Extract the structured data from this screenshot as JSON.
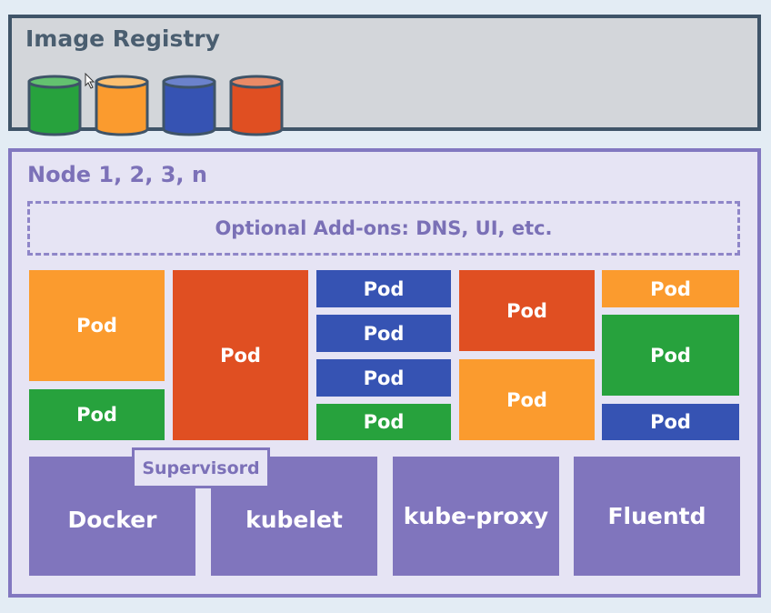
{
  "registry": {
    "title": "Image Registry",
    "cylinders": [
      {
        "icon": "green-cylinder-icon",
        "color": "#27a23d"
      },
      {
        "icon": "orange-cylinder-icon",
        "color": "#fb9b2e"
      },
      {
        "icon": "blue-cylinder-icon",
        "color": "#3653b3"
      },
      {
        "icon": "red-cylinder-icon",
        "color": "#e04f22"
      }
    ]
  },
  "node": {
    "title": "Node 1, 2, 3, n",
    "addons": "Optional Add-ons: DNS, UI, etc.",
    "pod_label": "Pod",
    "services": {
      "docker": "Docker",
      "kubelet": "kubelet",
      "kube_proxy": "kube-proxy",
      "fluentd": "Fluentd",
      "supervisord": "Supervisord"
    }
  },
  "colors": {
    "orange": "#fb9b2e",
    "green": "#27a23d",
    "red": "#e04f22",
    "blue": "#3653b3",
    "purple": "#8075bd",
    "registry_border": "#3f5468"
  }
}
